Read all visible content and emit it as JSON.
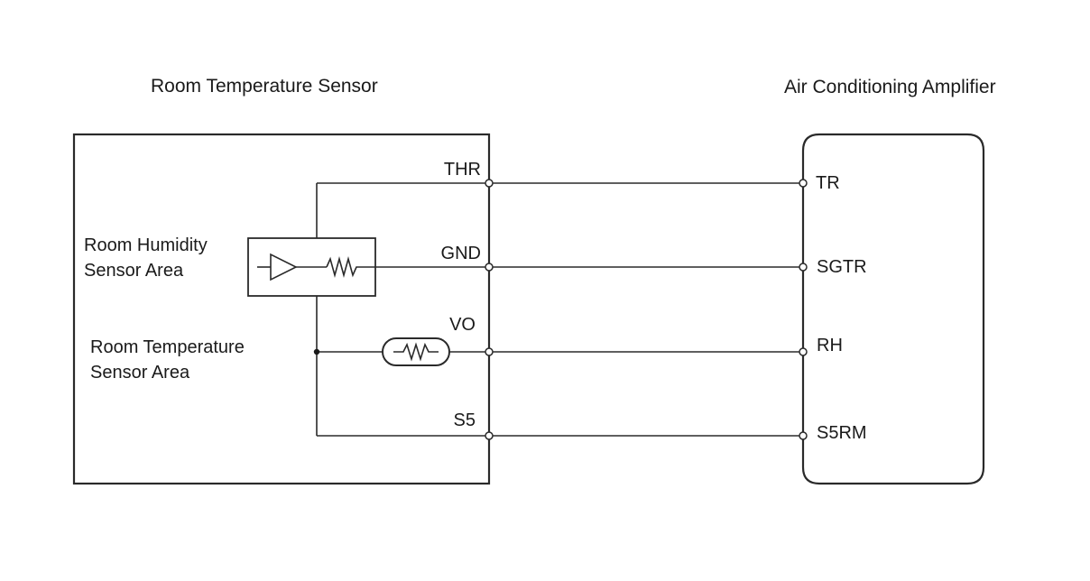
{
  "titles": {
    "left": "Room Temperature Sensor",
    "right": "Air Conditioning Amplifier"
  },
  "areas": {
    "humidity": [
      "Room Humidity",
      "Sensor Area"
    ],
    "temperature": [
      "Room Temperature",
      "Sensor Area"
    ]
  },
  "sensor_pins": [
    "THR",
    "GND",
    "VO",
    "S5"
  ],
  "amplifier_pins": [
    "TR",
    "SGTR",
    "RH",
    "S5RM"
  ]
}
